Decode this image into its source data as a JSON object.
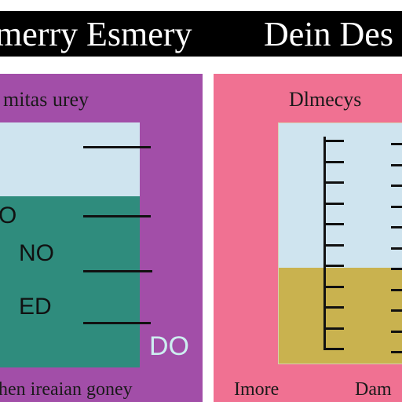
{
  "header": {
    "left_title": "merry Esmery",
    "right_title": "Dein Des",
    "background": "#000000",
    "text_color": "#ffffff"
  },
  "left_panel": {
    "background": "#a24ea8",
    "title": "mitas urey",
    "water_color": "#2f8c7d",
    "sky_color": "#cfe4ef",
    "fill_level": 0.7,
    "labels": {
      "upper": "O",
      "middle": "NO",
      "lower": "ED",
      "corner": "DO"
    },
    "corner_color": "#cdeef0",
    "footer": "hen ireaian goney"
  },
  "right_panel": {
    "background": "#f07192",
    "title": "Dlmecys",
    "sky_color": "#cfe4ef",
    "fill_color": "#c9b24f",
    "fill_level": 0.4,
    "footer_left": "Imore",
    "footer_right": "Dam"
  }
}
